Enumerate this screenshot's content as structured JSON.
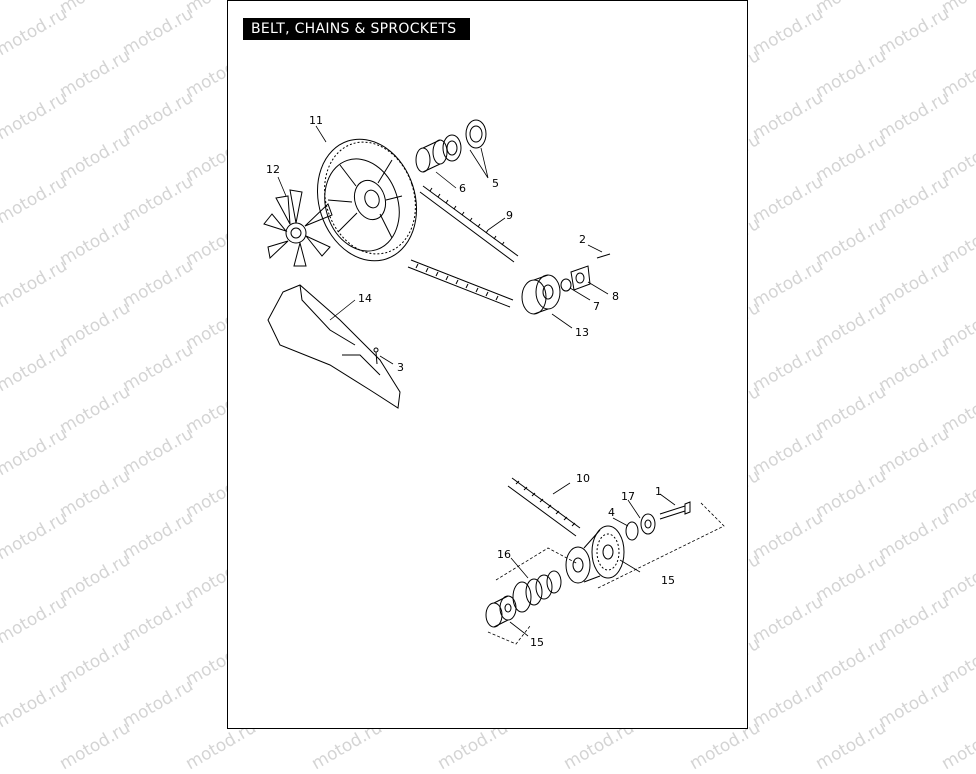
{
  "title": "BELT, CHAINS & SPROCKETS",
  "watermark": "motod.ru",
  "callouts": [
    {
      "id": "c1",
      "label": "1"
    },
    {
      "id": "c2",
      "label": "2"
    },
    {
      "id": "c3",
      "label": "3"
    },
    {
      "id": "c4",
      "label": "4"
    },
    {
      "id": "c5",
      "label": "5"
    },
    {
      "id": "c6",
      "label": "6"
    },
    {
      "id": "c7",
      "label": "7"
    },
    {
      "id": "c8",
      "label": "8"
    },
    {
      "id": "c9",
      "label": "9"
    },
    {
      "id": "c10",
      "label": "10"
    },
    {
      "id": "c11",
      "label": "11"
    },
    {
      "id": "c12",
      "label": "12"
    },
    {
      "id": "c13",
      "label": "13"
    },
    {
      "id": "c14",
      "label": "14"
    },
    {
      "id": "c15a",
      "label": "15"
    },
    {
      "id": "c15b",
      "label": "15"
    },
    {
      "id": "c16",
      "label": "16"
    },
    {
      "id": "c17",
      "label": "17"
    }
  ]
}
